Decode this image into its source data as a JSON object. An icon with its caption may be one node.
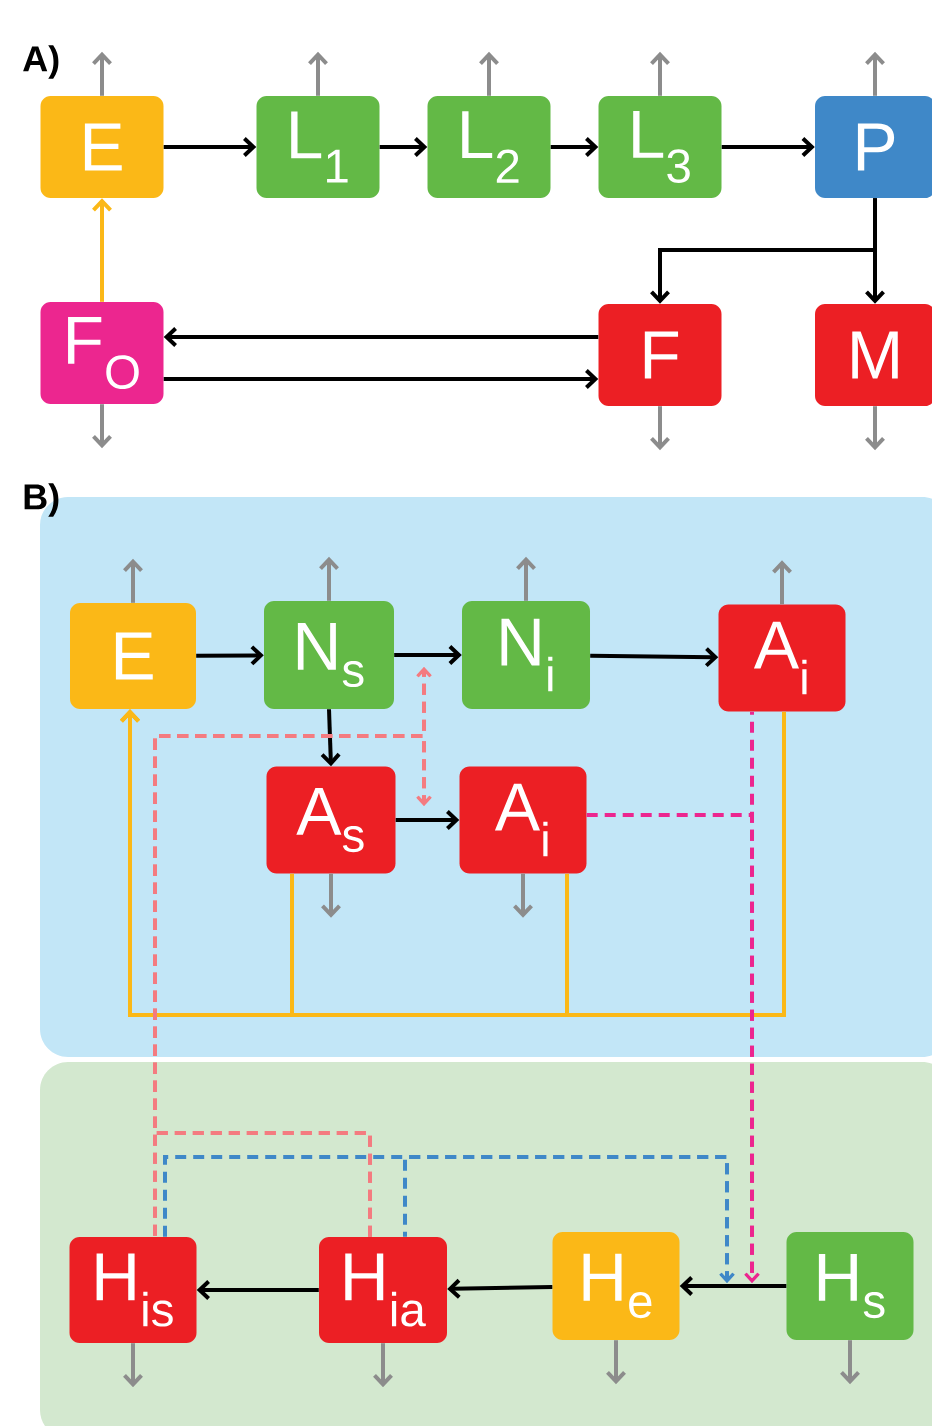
{
  "diagram": {
    "nodes": [
      {
        "text": [
          "E"
        ]
      },
      {
        "text": [
          "L$_{1}$"
        ]
      },
      {
        "text": [
          "L$_{2}$"
        ]
      },
      {
        "text": [
          "L$_{3}$"
        ]
      },
      {
        "text": [
          "P"
        ]
      },
      {
        "text": [
          "F$_{O}$"
        ]
      },
      {
        "text": [
          "F"
        ]
      },
      {
        "text": [
          "M"
        ]
      },
      {
        "text": [],
        "shape": "box"
      },
      {
        "text": [
          "E"
        ],
        "in": 8
      },
      {
        "text": [
          "N$_{s}$"
        ],
        "in": 8
      },
      {
        "text": [
          "N$_{i}$"
        ],
        "in": 8
      },
      {
        "text": [
          "A$_{i}$"
        ],
        "in": 8
      },
      {
        "text": [
          "A$_{s}$"
        ],
        "in": 8
      },
      {
        "text": [
          "A$_{i}$"
        ],
        "in": 8
      },
      {
        "text": [],
        "shape": "box"
      },
      {
        "text": [
          "H$_{is}$"
        ],
        "in": 15
      },
      {
        "text": [
          "H$_{ia}$"
        ],
        "in": 15
      },
      {
        "text": [
          "H$_{e}$"
        ],
        "in": 15
      },
      {
        "text": [
          "H$_{s}$"
        ],
        "in": 15
      }
    ],
    "edges": [
      {
        "from": 0,
        "to": 1,
        "arrow": "to",
        "color": "#000000"
      },
      {
        "from": 1,
        "to": 2,
        "arrow": "to",
        "color": "#000000"
      },
      {
        "from": 2,
        "to": 3,
        "arrow": "to",
        "color": "#000000"
      },
      {
        "from": 3,
        "to": 4,
        "arrow": "to",
        "color": "#000000"
      },
      {
        "from": 4,
        "to": 6,
        "arrow": "to",
        "color": "#000000"
      },
      {
        "from": 4,
        "to": 7,
        "arrow": "to",
        "color": "#000000"
      },
      {
        "from": 5,
        "to": 0,
        "arrow": "to",
        "color": "#fbb817"
      },
      {
        "from": 6,
        "to": 5,
        "arrow": "to",
        "color": "#000000"
      },
      {
        "from": 5,
        "to": 6,
        "arrow": "to",
        "color": "#000000"
      },
      {
        "from": 9,
        "to": 10,
        "arrow": "to",
        "color": "#000000"
      },
      {
        "from": 10,
        "to": 11,
        "arrow": "to",
        "color": "#000000"
      },
      {
        "from": 11,
        "to": 12,
        "arrow": "to",
        "color": "#000000"
      },
      {
        "from": 10,
        "to": 13,
        "arrow": "to",
        "color": "#000000"
      },
      {
        "from": 13,
        "to": 14,
        "arrow": "to",
        "color": "#000000"
      },
      {
        "from": 13,
        "to": 9,
        "arrow": "to",
        "color": "#fbb817"
      },
      {
        "from": 14,
        "to": 9,
        "arrow": "to",
        "color": "#fbb817"
      },
      {
        "from": 12,
        "to": 9,
        "arrow": "to",
        "color": "#fbb817"
      },
      {
        "from": 16,
        "to": null,
        "arrow": "to",
        "style": "dashed",
        "color": "#f47b80"
      },
      {
        "from": 16,
        "to": null,
        "arrow": "to",
        "style": "dashed",
        "color": "#f47b80"
      },
      {
        "from": 17,
        "to": null,
        "arrow": "to",
        "style": "dashed",
        "color": "#f47b80"
      },
      {
        "from": 17,
        "to": null,
        "arrow": "to",
        "style": "dashed",
        "color": "#f47b80"
      },
      {
        "from": 16,
        "to": null,
        "arrow": "to",
        "style": "dashed",
        "color": "#3f88c8"
      },
      {
        "from": 17,
        "to": null,
        "arrow": "to",
        "style": "dashed",
        "color": "#3f88c8"
      },
      {
        "from": 12,
        "to": null,
        "arrow": "to",
        "style": "dashed",
        "color": "#ec268f"
      },
      {
        "from": 14,
        "to": null,
        "arrow": "to",
        "style": "dashed",
        "color": "#ec268f"
      },
      {
        "from": 19,
        "to": 18,
        "arrow": "to",
        "color": "#000000"
      },
      {
        "from": 18,
        "to": 17,
        "arrow": "to",
        "color": "#000000"
      },
      {
        "from": 17,
        "to": 16,
        "arrow": "to",
        "color": "#000000"
      },
      {
        "from": 0,
        "to": null,
        "arrow": "to",
        "color": "#8c8c8c"
      },
      {
        "from": 1,
        "to": null,
        "arrow": "to",
        "color": "#8c8c8c"
      },
      {
        "from": 2,
        "to": null,
        "arrow": "to",
        "color": "#8c8c8c"
      },
      {
        "from": 3,
        "to": null,
        "arrow": "to",
        "color": "#8c8c8c"
      },
      {
        "from": 4,
        "to": null,
        "arrow": "to",
        "color": "#8c8c8c"
      },
      {
        "from": 5,
        "to": null,
        "arrow": "to",
        "color": "#8c8c8c"
      },
      {
        "from": 6,
        "to": null,
        "arrow": "to",
        "color": "#8c8c8c"
      },
      {
        "from": 7,
        "to": null,
        "arrow": "to",
        "color": "#8c8c8c"
      },
      {
        "from": 9,
        "to": null,
        "arrow": "to",
        "color": "#8c8c8c"
      },
      {
        "from": 10,
        "to": null,
        "arrow": "to",
        "color": "#8c8c8c"
      },
      {
        "from": 11,
        "to": null,
        "arrow": "to",
        "color": "#8c8c8c"
      },
      {
        "from": 12,
        "to": null,
        "arrow": "to",
        "color": "#8c8c8c"
      },
      {
        "from": 13,
        "to": null,
        "arrow": "to",
        "color": "#8c8c8c"
      },
      {
        "from": 14,
        "to": null,
        "arrow": "to",
        "color": "#8c8c8c"
      },
      {
        "from": 16,
        "to": null,
        "arrow": "to",
        "color": "#8c8c8c"
      },
      {
        "from": 17,
        "to": null,
        "arrow": "to",
        "color": "#8c8c8c"
      },
      {
        "from": 18,
        "to": null,
        "arrow": "to",
        "color": "#8c8c8c"
      },
      {
        "from": 19,
        "to": null,
        "arrow": "to",
        "color": "#8c8c8c"
      }
    ],
    "labels": [
      "A)",
      "B)"
    ]
  }
}
